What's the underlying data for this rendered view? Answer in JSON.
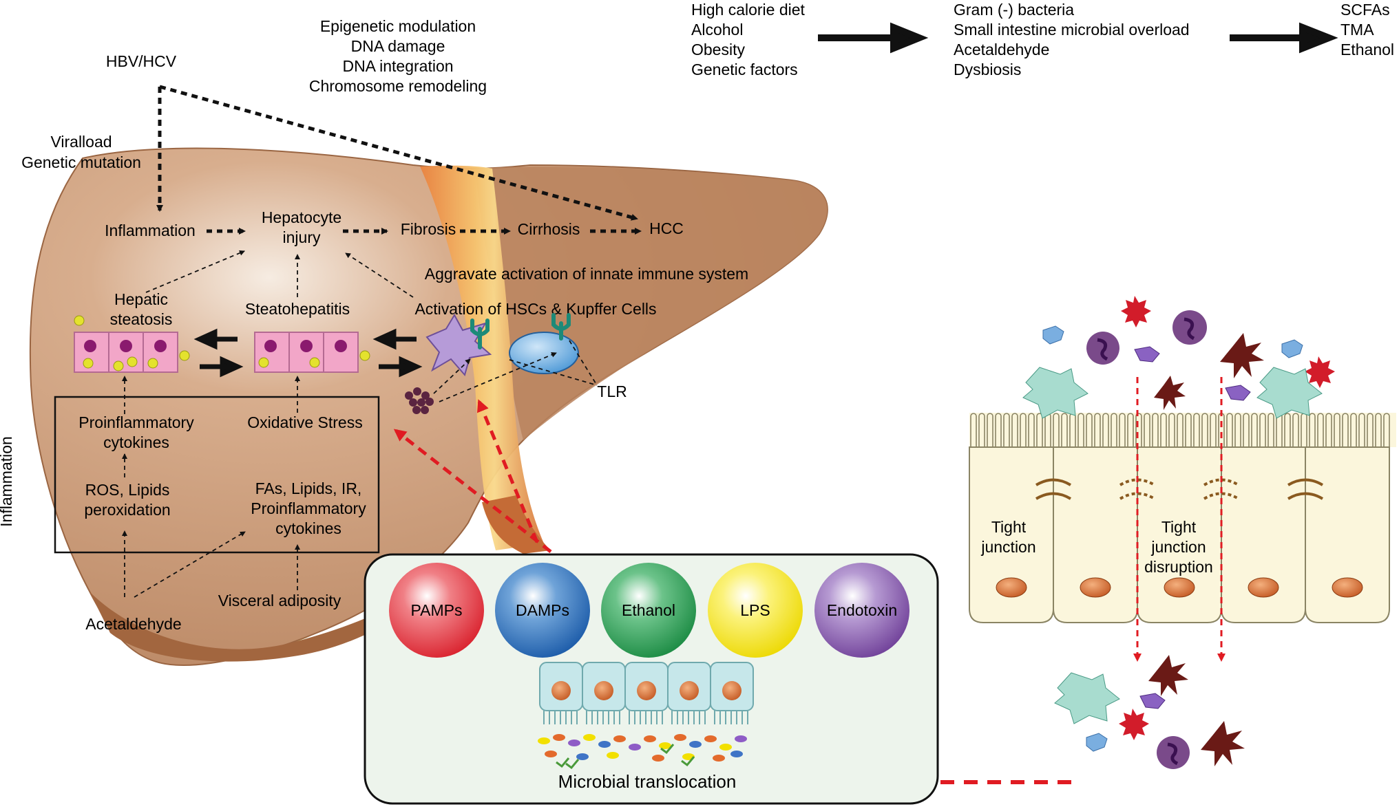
{
  "virus": {
    "source": "HBV/HCV",
    "mechanisms": [
      "Epigenetic modulation",
      "DNA damage",
      "DNA integration",
      "Chromosome remodeling"
    ],
    "factors": [
      "Viralload",
      "Genetic mutation"
    ]
  },
  "gut_chain": {
    "causes": [
      "High calorie diet",
      "Alcohol",
      "Obesity",
      "Genetic factors"
    ],
    "effects": [
      "Gram (-) bacteria",
      "Small intestine microbial overload",
      "Acetaldehyde",
      "Dysbiosis"
    ],
    "metabolites": [
      "SCFAs",
      "TMA",
      "Ethanol"
    ]
  },
  "progression": {
    "inflammation": "Inflammation",
    "hepatocyte_injury": [
      "Hepatocyte",
      "injury"
    ],
    "fibrosis": "Fibrosis",
    "cirrhosis": "Cirrhosis",
    "hcc": "HCC"
  },
  "liver_labels": {
    "innate_immune": "Aggravate activation of innate immune system",
    "hepatic_steatosis": [
      "Hepatic",
      "steatosis"
    ],
    "steatohepatitis": "Steatohepatitis",
    "activation_cells": "Activation of HSCs & Kupffer Cells",
    "tlr": "TLR"
  },
  "box": {
    "proinflammatory": [
      "Proinflammatory",
      "cytokines"
    ],
    "oxidative_stress": "Oxidative Stress",
    "ros": [
      "ROS, Lipids",
      "peroxidation"
    ],
    "fas": [
      "FAs, Lipids, IR,",
      "Proinflammatory",
      "cytokines"
    ]
  },
  "bottom_labels": {
    "acetaldehyde": "Acetaldehyde",
    "visceral": "Visceral adiposity",
    "side_inflammation": "Inflammation"
  },
  "microbial": {
    "circles": [
      {
        "label": "PAMPs",
        "color": "#e0303c"
      },
      {
        "label": "DAMPs",
        "color": "#1e64b4"
      },
      {
        "label": "Ethanol",
        "color": "#1f9146"
      },
      {
        "label": "LPS",
        "color": "#f2e600"
      },
      {
        "label": "Endotoxin",
        "color": "#7e4fa5"
      }
    ],
    "title": "Microbial translocation"
  },
  "intestine": {
    "tight_junction": [
      "Tight",
      "junction"
    ],
    "disruption": [
      "Tight",
      "junction",
      "disruption"
    ]
  },
  "colors": {
    "liver": "#c8926a",
    "liver_dark": "#a86a44",
    "cell_pink": "#f2a6c8",
    "red_arrow": "#e01b22",
    "epithelium": "#fbf6dc",
    "nucleus": "#d2723c"
  }
}
